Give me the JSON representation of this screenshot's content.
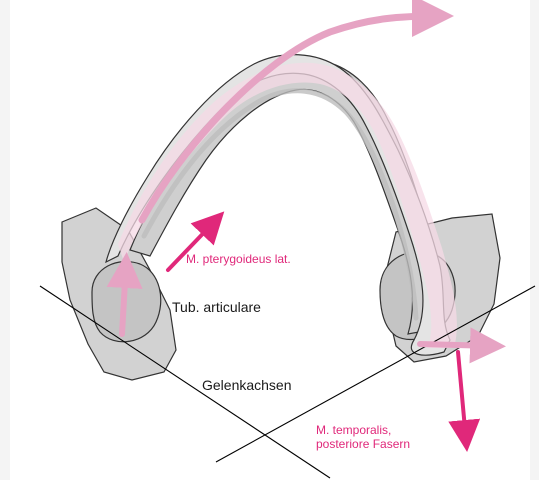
{
  "colors": {
    "accent": "#e0287a",
    "bone_fill": "#d2d2d2",
    "bone_stroke": "#333333",
    "band_fill": "#f6d9e6",
    "line": "#000000"
  },
  "labels": {
    "pterygoideus": "M. pterygoideus lat.",
    "tub_articulare": "Tub. articulare",
    "gelenkachsen": "Gelenkachsen",
    "temporalis_line1": "M. temporalis,",
    "temporalis_line2": "posteriore Fasern"
  }
}
